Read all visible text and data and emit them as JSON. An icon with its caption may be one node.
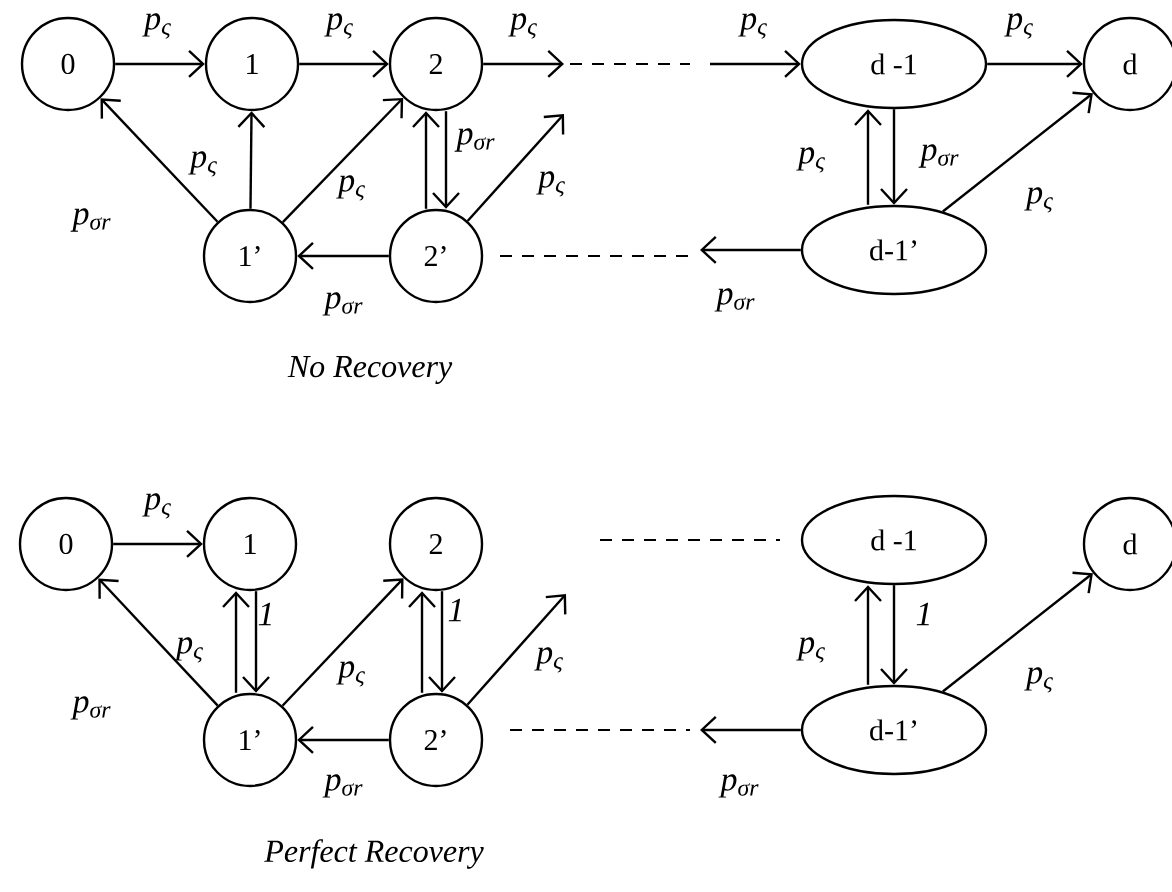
{
  "diagram": {
    "nodes": [
      {
        "text": [
          "0"
        ]
      },
      {
        "text": [
          "1"
        ]
      },
      {
        "text": [
          "2"
        ]
      },
      {
        "text": [
          "d -1"
        ]
      },
      {
        "text": [
          "d"
        ]
      },
      {
        "text": [
          "1’"
        ]
      },
      {
        "text": [
          "2’"
        ]
      },
      {
        "text": [
          "d-1’"
        ]
      },
      {
        "text": [
          "0"
        ]
      },
      {
        "text": [
          "1"
        ]
      },
      {
        "text": [
          "2"
        ]
      },
      {
        "text": [
          "d -1"
        ]
      },
      {
        "text": [
          "d"
        ]
      },
      {
        "text": [
          "1’"
        ]
      },
      {
        "text": [
          "2’"
        ]
      },
      {
        "text": [
          "d-1’"
        ]
      }
    ],
    "edges": [
      {
        "from": 0,
        "to": 1,
        "arrow": "to",
        "label": "p$_{ς}$"
      },
      {
        "from": 1,
        "to": 2,
        "arrow": "to",
        "label": "p$_{ς}$"
      },
      {
        "from": 2,
        "to": null,
        "arrow": "to",
        "label": "p$_{ς}$"
      },
      {
        "from": null,
        "to": 3,
        "arrow": "to",
        "label": "p$_{ς}$"
      },
      {
        "from": 3,
        "to": 4,
        "arrow": "to",
        "label": "p$_{ς}$"
      },
      {
        "from": 5,
        "to": 1,
        "arrow": "to",
        "label": "p$_{ς}$"
      },
      {
        "from": 5,
        "to": 2,
        "arrow": "to",
        "label": "p$_{ς}$"
      },
      {
        "from": 5,
        "to": 0,
        "arrow": "to",
        "label": "p$_{σr}$"
      },
      {
        "from": 2,
        "to": 6,
        "arrow": "to",
        "label": "p$_{σr}$"
      },
      {
        "from": 6,
        "to": 2,
        "arrow": "to"
      },
      {
        "from": 6,
        "to": 5,
        "arrow": "to",
        "label": "p$_{σr}$"
      },
      {
        "from": 6,
        "to": null,
        "arrow": "to",
        "label": "p$_{ς}$"
      },
      {
        "from": 7,
        "to": null,
        "arrow": "to",
        "label": "p$_{σr}$"
      },
      {
        "from": 7,
        "to": 3,
        "arrow": "to",
        "label": "p$_{ς}$"
      },
      {
        "from": 3,
        "to": 7,
        "arrow": "to",
        "label": "p$_{σr}$"
      },
      {
        "from": 7,
        "to": 4,
        "arrow": "to",
        "label": "p$_{ς}$"
      },
      {
        "from": 8,
        "to": 9,
        "arrow": "to",
        "label": "p$_{ς}$"
      },
      {
        "from": 13,
        "to": 9,
        "arrow": "to",
        "label": "p$_{ς}$"
      },
      {
        "from": 9,
        "to": 13,
        "arrow": "to",
        "label": "1"
      },
      {
        "from": 13,
        "to": 10,
        "arrow": "to",
        "label": "p$_{ς}$"
      },
      {
        "from": 13,
        "to": 8,
        "arrow": "to",
        "label": "p$_{σr}$"
      },
      {
        "from": 14,
        "to": 10,
        "arrow": "to"
      },
      {
        "from": 10,
        "to": 14,
        "arrow": "to",
        "label": "1"
      },
      {
        "from": 14,
        "to": 13,
        "arrow": "to",
        "label": "p$_{σr}$"
      },
      {
        "from": 14,
        "to": null,
        "arrow": "to",
        "label": "p$_{ς}$"
      },
      {
        "from": 15,
        "to": null,
        "arrow": "to",
        "label": "p$_{σr}$"
      },
      {
        "from": 15,
        "to": 11,
        "arrow": "to",
        "label": "p$_{ς}$"
      },
      {
        "from": 11,
        "to": 15,
        "arrow": "to",
        "label": "1"
      },
      {
        "from": 15,
        "to": 12,
        "arrow": "to",
        "label": "p$_{ς}$"
      }
    ],
    "labels": [
      "No Recovery",
      "Perfect Recovery"
    ]
  }
}
